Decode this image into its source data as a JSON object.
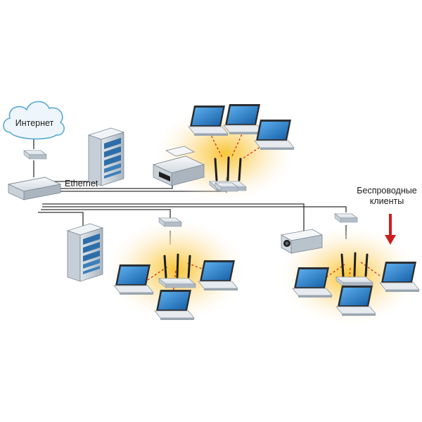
{
  "labels": {
    "internet": "Интернет",
    "ethernet": "Ethernet",
    "wireless_clients_line1": "Беспроводные",
    "wireless_clients_line2": "клиенты"
  },
  "colors": {
    "background": "#ffffff",
    "glow_outer": "#fde9c4",
    "glow_inner": "#f9c93c",
    "cable": "#333333",
    "wireless_link": "#d9291c",
    "device_body": "#e9edf1",
    "device_shadow": "#a9b4be",
    "laptop_screen": "#1f78c8",
    "server_blue": "#2d6ea8",
    "cloud_fill": "#eef6fb",
    "cloud_stroke": "#5aa9d6",
    "arrow": "#cc1f1f"
  },
  "icons": {
    "internet": "cloud-icon",
    "server": "server-icon",
    "switch": "network-switch-icon",
    "access_point": "wireless-access-point-icon",
    "laptop": "laptop-icon",
    "printer": "printer-icon",
    "projector": "projector-icon",
    "adapter": "bridge-adapter-icon",
    "arrow": "arrow-down-icon"
  }
}
